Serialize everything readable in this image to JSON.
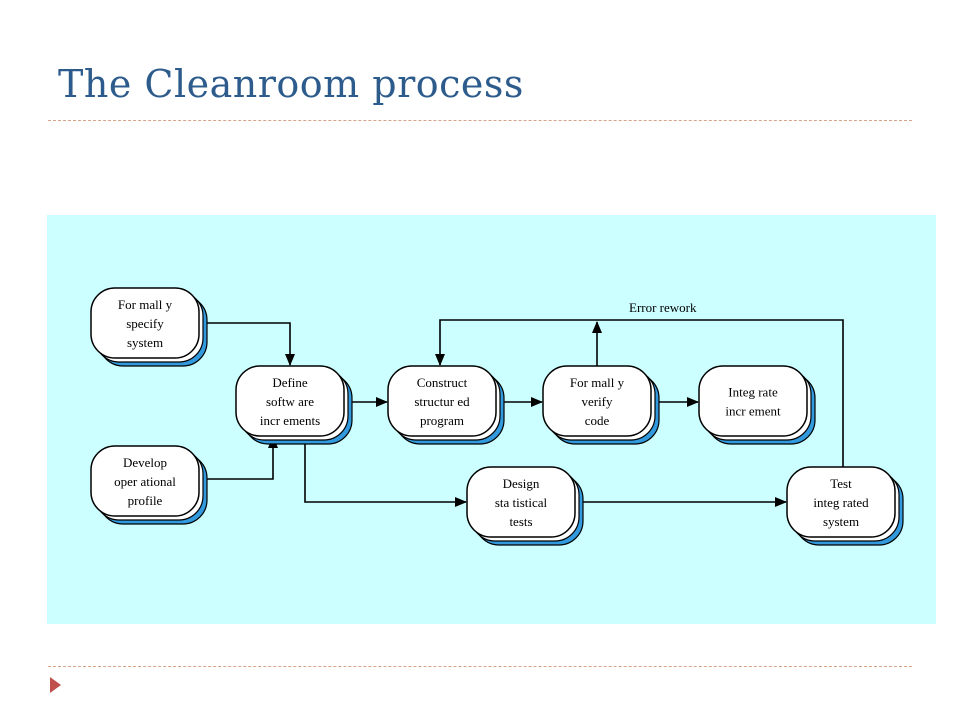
{
  "slide": {
    "title": "The Cleanroom process"
  },
  "diagram": {
    "nodes": [
      {
        "id": "formally-specify",
        "lines": [
          "For mall y",
          "specify",
          "system"
        ]
      },
      {
        "id": "develop-profile",
        "lines": [
          "Develop",
          "oper ational",
          "profile"
        ]
      },
      {
        "id": "define-increments",
        "lines": [
          "Define",
          "softw are",
          "incr ements"
        ]
      },
      {
        "id": "construct-program",
        "lines": [
          "Construct",
          "structur ed",
          "program"
        ]
      },
      {
        "id": "formally-verify",
        "lines": [
          "For mall y",
          "verify",
          "code"
        ]
      },
      {
        "id": "integrate-increment",
        "lines": [
          "Integ rate",
          "incr ement"
        ]
      },
      {
        "id": "design-tests",
        "lines": [
          "Design",
          "sta tistical",
          "tests"
        ]
      },
      {
        "id": "test-system",
        "lines": [
          "Test",
          "integ rated",
          "system"
        ]
      }
    ],
    "edges": [
      {
        "from": "formally-specify",
        "to": "define-increments"
      },
      {
        "from": "develop-profile",
        "to": "define-increments"
      },
      {
        "from": "define-increments",
        "to": "construct-program"
      },
      {
        "from": "construct-program",
        "to": "formally-verify"
      },
      {
        "from": "formally-verify",
        "to": "integrate-increment"
      },
      {
        "from": "define-increments",
        "to": "design-tests"
      },
      {
        "from": "design-tests",
        "to": "test-system"
      },
      {
        "from": "test-system",
        "to": "construct-program",
        "label": "Error rework"
      },
      {
        "from": "formally-verify",
        "to": "error-rework-line"
      }
    ],
    "colors": {
      "background": "#ccffff",
      "node_fill": "#ffffff",
      "node_shadow": "#3399dd",
      "edge": "#000000"
    }
  }
}
